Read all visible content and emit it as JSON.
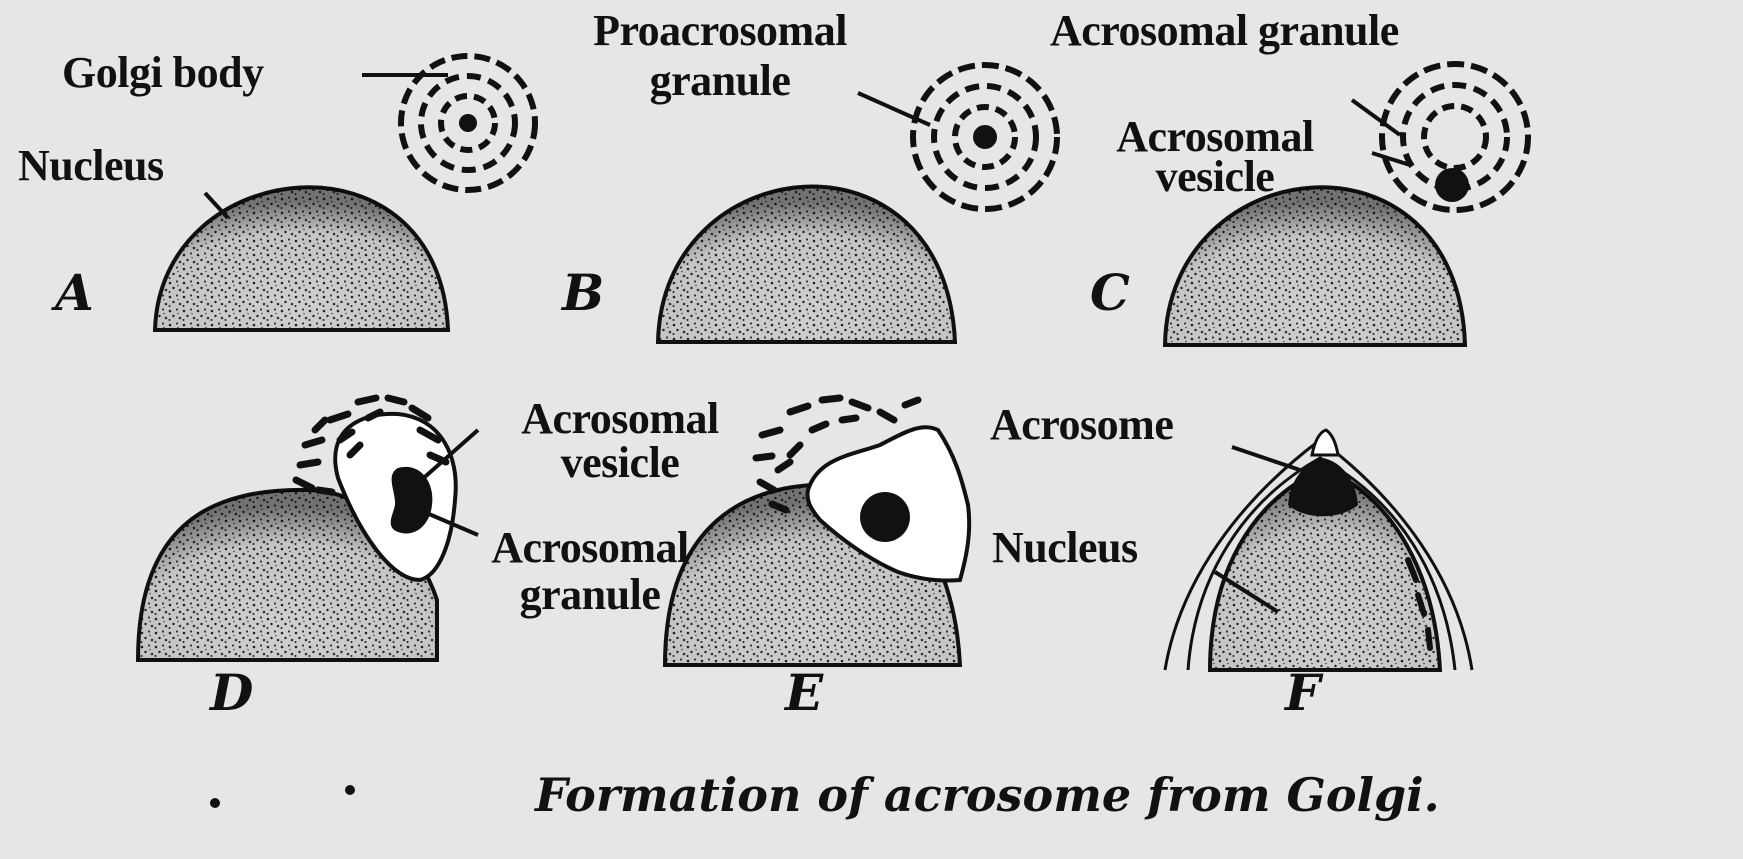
{
  "figure": {
    "caption": "Formation of acrosome from Golgi.",
    "panels": {
      "A": {
        "letter": "A",
        "golgi_label": "Golgi body",
        "nucleus_label": "Nucleus"
      },
      "B": {
        "letter": "B",
        "granule_label_1": "Proacrosomal",
        "granule_label_2": "granule"
      },
      "C": {
        "letter": "C",
        "granule_label": "Acrosomal granule",
        "vesicle_label_1": "Acrosomal",
        "vesicle_label_2": "vesicle"
      },
      "D": {
        "letter": "D",
        "vesicle_label_1": "Acrosomal",
        "vesicle_label_2": "vesicle",
        "granule_label_1": "Acrosomal",
        "granule_label_2": "granule"
      },
      "E": {
        "letter": "E"
      },
      "F": {
        "letter": "F",
        "acrosome_label": "Acrosome",
        "nucleus_label": "Nucleus"
      }
    }
  }
}
